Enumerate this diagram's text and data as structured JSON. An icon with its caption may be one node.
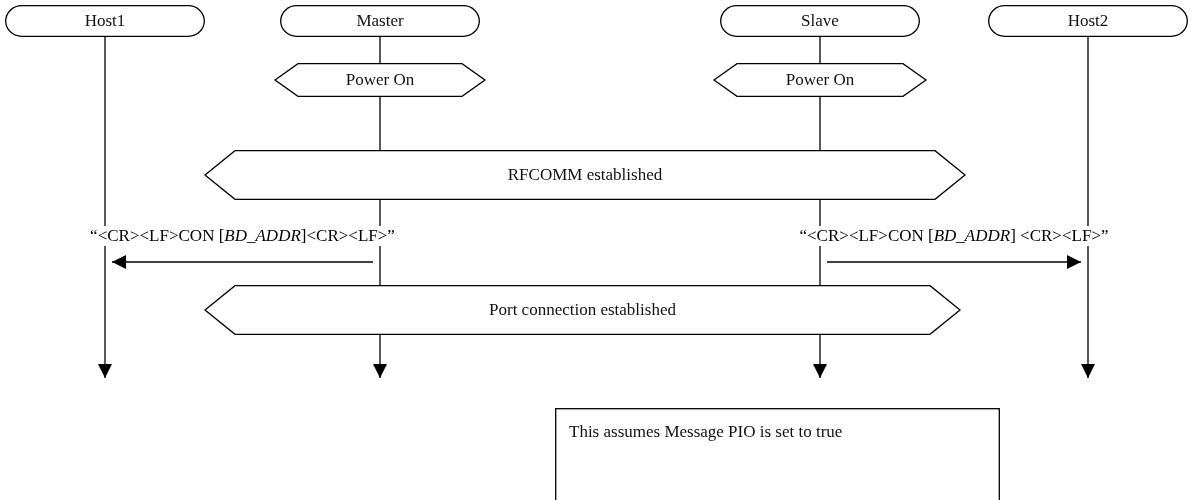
{
  "diagram": {
    "nodes": [
      {
        "text": [
          "Host1"
        ]
      },
      {
        "text": [
          "Master"
        ]
      },
      {
        "text": [
          "Slave"
        ]
      },
      {
        "text": [
          "Host2"
        ]
      },
      {
        "text": [
          "Power On"
        ]
      },
      {
        "text": [
          "Power On"
        ]
      },
      {
        "text": [
          "RFCOMM established"
        ]
      },
      {
        "text": [
          "Port connection established"
        ]
      },
      {
        "text": [
          "This assumes Message PIO is set to true"
        ]
      },
      {
        "text": [],
        "shape": "line"
      },
      {
        "text": [],
        "shape": "line"
      },
      {
        "text": [],
        "shape": "line"
      },
      {
        "text": [],
        "shape": "line"
      }
    ],
    "edges": [
      {
        "from": 0,
        "to": 9,
        "arrow": "none"
      },
      {
        "from": 9,
        "to": null,
        "arrow": "to"
      },
      {
        "from": 1,
        "to": 4,
        "arrow": "none"
      },
      {
        "from": 4,
        "to": 6,
        "arrow": "none"
      },
      {
        "from": 6,
        "to": 10,
        "arrow": "none"
      },
      {
        "from": 10,
        "to": 7,
        "arrow": "none"
      },
      {
        "from": 7,
        "to": null,
        "arrow": "to"
      },
      {
        "from": 2,
        "to": 5,
        "arrow": "none"
      },
      {
        "from": 5,
        "to": 6,
        "arrow": "none"
      },
      {
        "from": 6,
        "to": 11,
        "arrow": "none"
      },
      {
        "from": 11,
        "to": 7,
        "arrow": "none"
      },
      {
        "from": 7,
        "to": null,
        "arrow": "to"
      },
      {
        "from": 3,
        "to": 12,
        "arrow": "none"
      },
      {
        "from": 12,
        "to": null,
        "arrow": "to"
      },
      {
        "from": 10,
        "to": 9,
        "arrow": "to",
        "label": "“<CR><LF>CON [*BD_ADDR*]<CR><LF>”"
      },
      {
        "from": 11,
        "to": 12,
        "arrow": "to",
        "label": "“<CR><LF>CON [*BD_ADDR*] <CR><LF>”"
      }
    ]
  }
}
